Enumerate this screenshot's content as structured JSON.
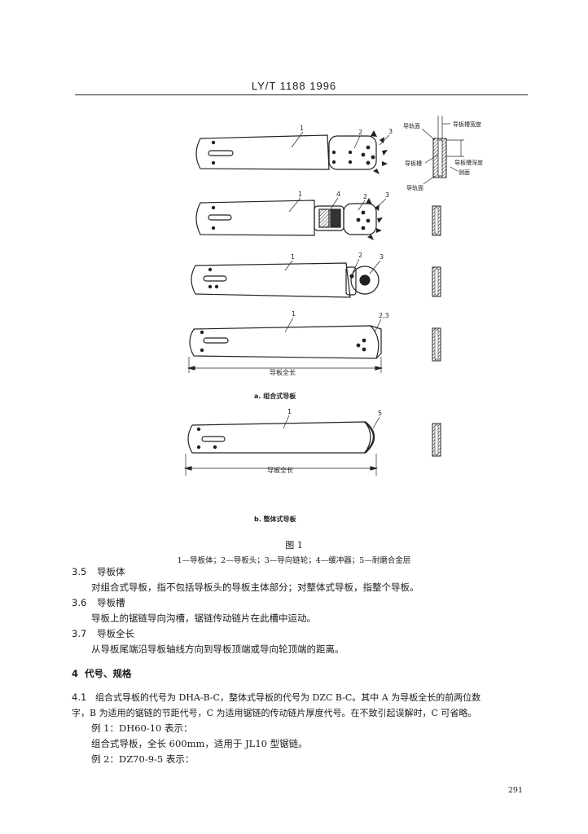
{
  "header": {
    "standard_code": "LY/T 1188  1996"
  },
  "figure": {
    "cross_section_labels": {
      "rail_face_top": "导轨面",
      "groove_width": "导板槽宽度",
      "groove": "导板槽",
      "groove_depth": "导板槽深度",
      "side_face": "侧面",
      "rail_face_bottom": "导轨面"
    },
    "part_numbers": {
      "bar1_body": "1",
      "bar1_head": "2",
      "bar1_sprocket": "3",
      "bar2_body": "1",
      "bar2_buffer": "4",
      "bar2_head": "2",
      "bar2_sprocket": "3",
      "bar3_body": "1",
      "bar3_head": "2",
      "bar3_wheel": "3",
      "bar4_body": "1",
      "bar4_head": "2,3",
      "bar5_body": "1",
      "bar5_alloy": "5"
    },
    "length_label_a": "导板全长",
    "length_label_b": "导板全长",
    "caption_a": "a. 组合式导板",
    "caption_b": "b. 整体式导板",
    "title": "图 1",
    "legend": "1—导板体；2—导板头；3—导向链轮；4—缓冲器；5—耐磨合金层"
  },
  "body": {
    "s35_num": "3.5",
    "s35_title": "导板体",
    "s35_text": "对组合式导板，指不包括导板头的导板主体部分；对整体式导板，指整个导板。",
    "s36_num": "3.6",
    "s36_title": "导板槽",
    "s36_text": "导板上的锯链导向沟槽，锯链传动链片在此槽中运动。",
    "s37_num": "3.7",
    "s37_title": "导板全长",
    "s37_text": "从导板尾端沿导板轴线方向到导板顶端或导向轮顶端的距离。",
    "s4_num": "4",
    "s4_title": "代号、规格",
    "s41_num": "4.1",
    "s41_line1": "组合式导板的代号为 DHA-B-C，整体式导板的代号为 DZC B-C。其中 A 为导板全长的前两位数",
    "s41_line2": "字，B 为适用的锯链的节距代号，C 为适用锯链的传动链片厚度代号。在不致引起误解时，C 可省略。",
    "ex1": "例 1：DH60-10 表示：",
    "ex1_desc": "组合式导板，全长 600mm，适用于 JL10 型锯链。",
    "ex2": "例 2：DZ70-9-5 表示："
  },
  "page_number": "291"
}
